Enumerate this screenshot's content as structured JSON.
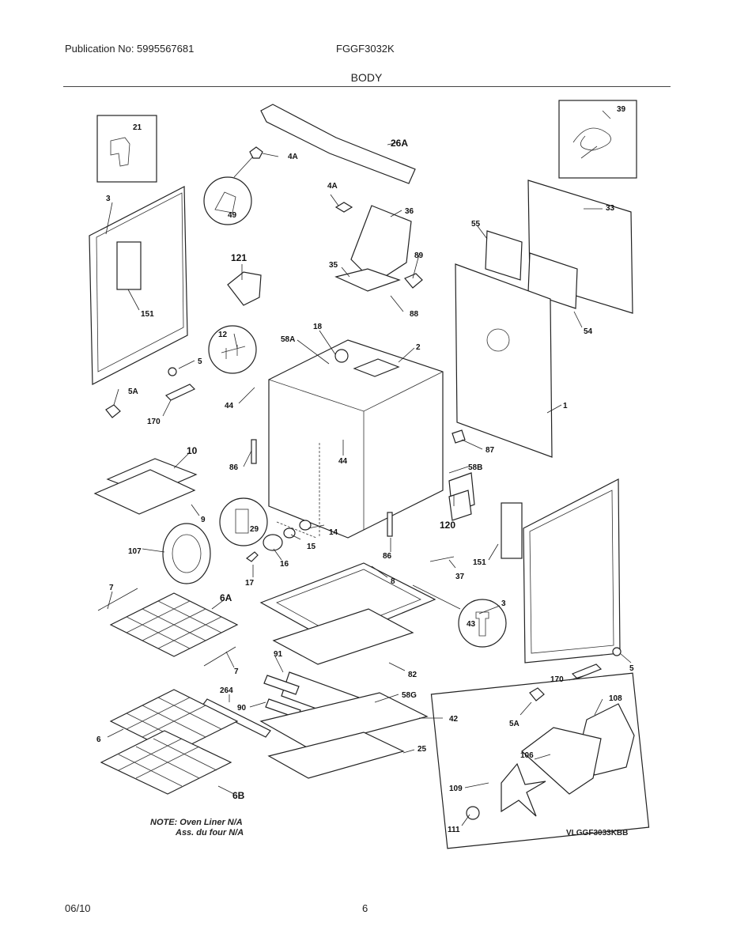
{
  "header": {
    "publication": "Publication No: 5995567681",
    "model": "FGGF3032K",
    "section_title": "BODY"
  },
  "labels": {
    "p21": "21",
    "p26A": "26A",
    "p39": "39",
    "p4A_top": "4A",
    "p4A_mid": "4A",
    "p3_left": "3",
    "p49": "49",
    "p36": "36",
    "p33": "33",
    "p121": "121",
    "p55": "55",
    "p89": "89",
    "p35": "35",
    "p151_left": "151",
    "p88": "88",
    "p54": "54",
    "p12": "12",
    "p58A": "58A",
    "p18": "18",
    "p2": "2",
    "p5_left": "5",
    "p5A_left": "5A",
    "p44_a": "44",
    "p1": "1",
    "p170_left": "170",
    "p87": "87",
    "p86_a": "86",
    "p44_b": "44",
    "p58B": "58B",
    "p10": "10",
    "p120": "120",
    "p9": "9",
    "p29": "29",
    "p14": "14",
    "p107": "107",
    "p15": "15",
    "p86_b": "86",
    "p151_right": "151",
    "p37": "37",
    "p16": "16",
    "p17": "17",
    "p8": "8",
    "p7_top": "7",
    "p6A": "6A",
    "p3_right": "3",
    "p43": "43",
    "p91": "91",
    "p7_bot": "7",
    "p82": "82",
    "p5_right": "5",
    "p170_right": "170",
    "p264": "264",
    "p58G": "58G",
    "p90": "90",
    "p42": "42",
    "p108": "108",
    "p5A_right": "5A",
    "p6": "6",
    "p25": "25",
    "p106": "106",
    "p109": "109",
    "p6B": "6B",
    "p111": "111"
  },
  "notes": {
    "line1": "NOTE: Oven Liner N/A",
    "line2": "Ass. du four N/A"
  },
  "diagram_code": "VLGGF3033KBB",
  "footer": {
    "date": "06/10",
    "page": "6"
  }
}
